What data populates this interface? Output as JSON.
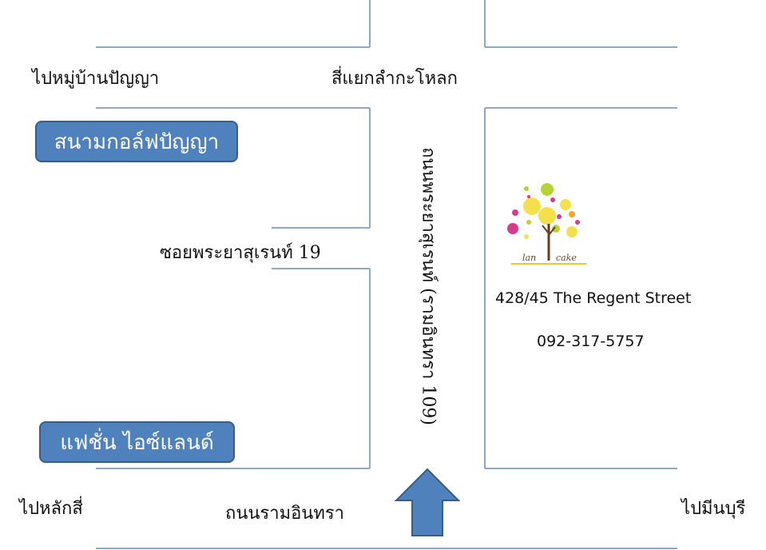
{
  "labels": {
    "to_village": "ไปหมู่บ้านปัญญา",
    "intersection": "สี่แยกลำกะโหลก",
    "soi": "ซอยพระยาสุเรนท์ 19",
    "to_lak_si": "ไปหลักสี่",
    "ram_inthra_road": "ถนนรามอินทรา",
    "to_min_buri": "ไปมีนบุรี",
    "main_road": "ถนนพระยาสุเรนท์ (รามอินทรา 109)"
  },
  "landmarks": {
    "golf_course": "สนามกอล์ฟปัญญา",
    "fashion_island": "แฟชั่น ไอซ์แลนด์"
  },
  "shop": {
    "logo_word_1": "lan",
    "logo_word_2": "cake",
    "address": "428/45 The Regent Street",
    "phone": "092-317-5757"
  },
  "colors": {
    "road_line": "#8ea8c8",
    "landmark_fill": "#4f81bd",
    "arrow_fill": "#4f81bd"
  }
}
